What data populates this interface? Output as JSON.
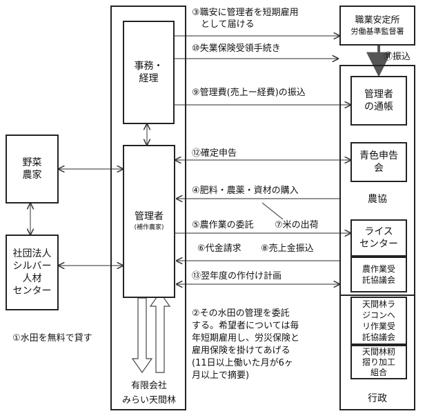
{
  "nodes": {
    "jimu": "事務・\n経理",
    "yasai": "野菜\n農家",
    "silver": "社団法人\nシルバー\n人材\nセンター",
    "kanrisha": "管理者",
    "kanrisha_sub": "(補作農家)",
    "company": "有限会社\nみらい天間林",
    "shokuan": "職業安定所",
    "shokuan_sub": "労働基準監督署",
    "tsucho": "管理者\nの通帳",
    "aoiro": "青色申告\n会",
    "nokyo": "農協",
    "rice": "ライス\nセンター",
    "jutaku": "農作業受\n託協議会",
    "radicon": "天間林ラ\nジコンへ\nリ作業受\n託協議会",
    "momisuri": "天間林籾\n摺り加工\n組合",
    "gyosei": "行政"
  },
  "labels": {
    "l3": "③職安に管理者を短期雇用\n　として届ける",
    "l10": "⑩失業保険受領手続き",
    "l11": "⑪振込",
    "l9": "⑨管理費(売上ー経費)の振込",
    "l12": "⑫確定申告",
    "l4": "④肥料・農薬・資材の購入",
    "l5": "⑤農作業の委託",
    "l7": "⑦米の出荷",
    "l6": "⑥代金請求",
    "l8": "⑧売上金振込",
    "l13": "⑬翌年度の作付け計画",
    "l2": "②その水田の管理を委託\nする。希望者については毎\n年短期雇用し、労災保険と\n雇用保険を掛けてあげる\n(11日以上働いた月が6ヶ\n月以上で摘要)",
    "l1": "①水田を無料で貸す"
  }
}
